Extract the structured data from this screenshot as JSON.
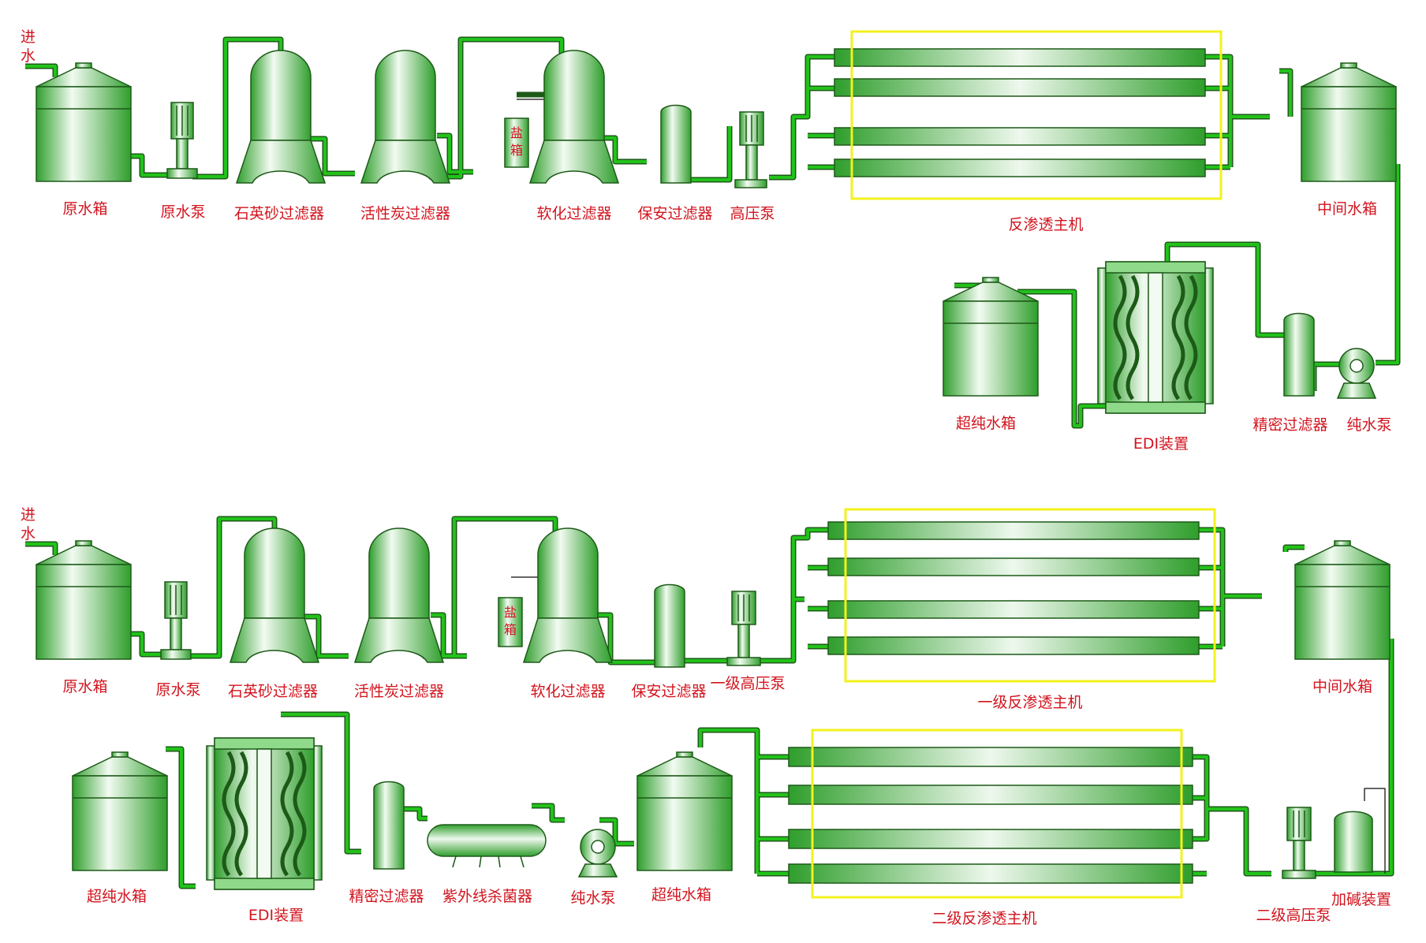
{
  "diagram1": {
    "inlet": [
      "进",
      "水"
    ],
    "salt_tank": [
      "盐",
      "箱"
    ],
    "labels": {
      "raw_tank": "原水箱",
      "raw_pump": "原水泵",
      "sand_filter": "石英砂过滤器",
      "carbon_filter": "活性炭过滤器",
      "softener": "软化过滤器",
      "security_filter": "保安过滤器",
      "hp_pump": "高压泵",
      "ro_unit": "反渗透主机",
      "mid_tank": "中间水箱",
      "pure_pump": "纯水泵",
      "precision_filter": "精密过滤器",
      "edi": "EDI装置",
      "upw_tank": "超纯水箱"
    }
  },
  "diagram2": {
    "inlet": [
      "进",
      "水"
    ],
    "salt_tank": [
      "盐",
      "箱"
    ],
    "labels": {
      "raw_tank": "原水箱",
      "raw_pump": "原水泵",
      "sand_filter": "石英砂过滤器",
      "carbon_filter": "活性炭过滤器",
      "softener": "软化过滤器",
      "security_filter": "保安过滤器",
      "hp_pump1": "一级高压泵",
      "ro1": "一级反渗透主机",
      "mid_tank": "中间水箱",
      "hp_pump2": "二级高压泵",
      "alkali": "加碱装置",
      "ro2": "二级反渗透主机",
      "upw_tank_mid": "超纯水箱",
      "pure_pump": "纯水泵",
      "uv": "紫外线杀菌器",
      "precision_filter": "精密过滤器",
      "edi": "EDI装置",
      "upw_tank": "超纯水箱"
    }
  },
  "colors": {
    "equipment_light": "#f2fbf1",
    "equipment_mid": "#8fd98a",
    "equipment_dark": "#2f9e2c",
    "pipe": "#22c21a",
    "pipe_outline": "#1d5a18",
    "frame": "#f2f21e",
    "label": "#d2141e"
  }
}
